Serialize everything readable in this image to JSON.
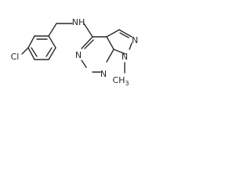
{
  "structure": {
    "atom_labels": {
      "chlorine": "Cl",
      "amine": "NH",
      "pyrimidine_n_top": "N",
      "pyrimidine_n_bottom": "N",
      "pyrazole_n_upper": "N",
      "pyrazole_n_lower": "N"
    },
    "substituents": {
      "methyl": "CH",
      "methyl_subscript": "3"
    }
  },
  "colors": {
    "bond": "#2a2a2a",
    "text": "#2a2a2a",
    "background": "#ffffff"
  }
}
